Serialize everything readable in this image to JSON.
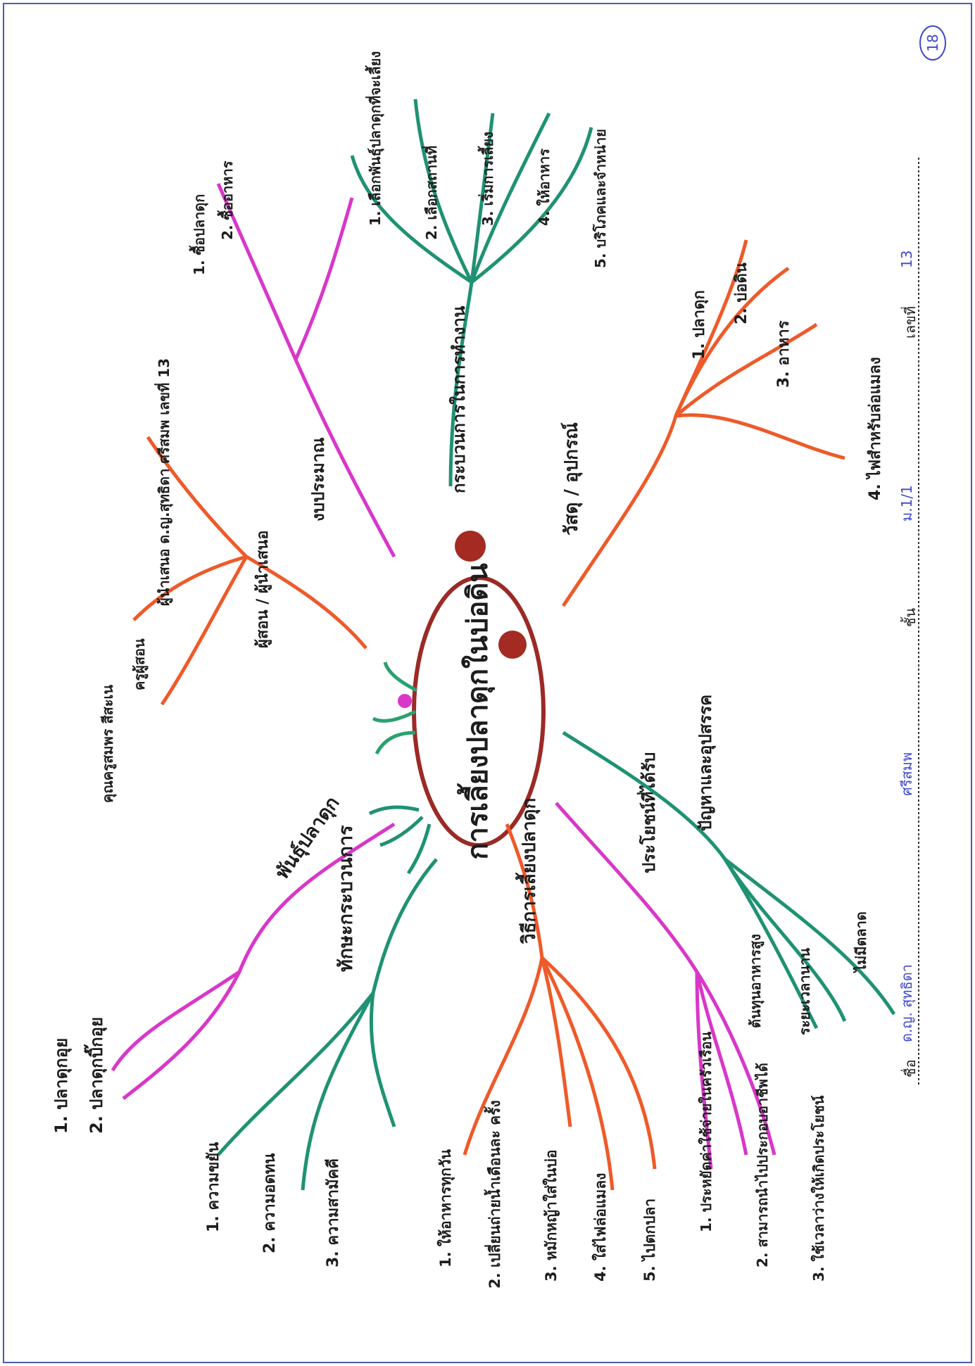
{
  "colors": {
    "green": "#1f9273",
    "orange": "#ee5a2a",
    "magenta": "#d837c9",
    "maroon": "#9b2a26",
    "ink": "#1d1d1d",
    "pen_blue": "#3f48c8",
    "frame": "#4a5fa8"
  },
  "page_number": "18",
  "center": {
    "title": "การเลี้ยงปลาดุกในบ่อดิน"
  },
  "branches": [
    {
      "id": "breeds",
      "label": "พันธุ์ปลาดุก",
      "color": "magenta",
      "items": [
        "1. ปลาดุกอุย",
        "2. ปลาดุกบิ๊กอุย"
      ]
    },
    {
      "id": "skills",
      "label": "ทักษะกระบวนการ",
      "color": "green",
      "items": [
        "1. ความขยัน",
        "2. ความอดทน",
        "3. ความสามัคคี"
      ]
    },
    {
      "id": "method",
      "label": "วิธีการเลี้ยงปลาดุก",
      "color": "orange",
      "items": [
        "1. ให้อาหารทุกวัน",
        "2. เปลี่ยนถ่ายน้ำเดือนละ ครั้ง",
        "3. หมักหญ้าใส่ในบ่อ",
        "4. ใส่ไฟล่อแมลง",
        "5. ไปตกปลา"
      ]
    },
    {
      "id": "benefits",
      "label": "ประโยชน์ที่ได้รับ",
      "color": "magenta",
      "items": [
        "1. ประหยัดค่าใช้จ่ายในครัวเรือน",
        "2. สามารถนำไปประกอบอาชีพได้",
        "3. ใช้เวลาว่างให้เกิดประโยชน์"
      ]
    },
    {
      "id": "problems",
      "label": "ปัญหาและอุปสรรค",
      "color": "green",
      "items": [
        "ต้นทุนอาหารสูง",
        "ระยะเวลานาน",
        "ไม่มีตลาด"
      ]
    },
    {
      "id": "materials",
      "label": "วัสดุ / อุปกรณ์",
      "color": "orange",
      "items": [
        "1. ปลาดุก",
        "2. บ่อดิน",
        "3. อาหาร",
        "4. ไฟสำหรับล่อแมลง"
      ]
    },
    {
      "id": "steps",
      "label": "กระบวนการในการทำงาน",
      "color": "green",
      "items": [
        "1. เลือกพันธุ์ปลาดุกที่จะเลี้ยง",
        "2. เลือกสถานที่",
        "3. เริ่มการเลี้ยง",
        "4. ให้อาหาร",
        "5. บริโภคและจำหน่าย"
      ]
    },
    {
      "id": "budget",
      "label": "งบประมาณ",
      "color": "magenta",
      "items": [
        "1. ซื้อปลาดุก",
        "2. ซื้ออาหาร"
      ]
    },
    {
      "id": "advisor",
      "label": "ผู้สอน / ผู้นำเสนอ",
      "color": "orange",
      "items": [
        "ครูผู้สอน",
        "คุณครูสมพร สีสะเน",
        "ผู้นำเสนอ ด.ญ.สุทธิดา ศรีสมพ เลขที่ 13"
      ]
    }
  ],
  "footer": {
    "name_label": "ชื่อ",
    "name_value": "ด.ญ. สุทธิดา",
    "surname_value": "ศรีสมพ",
    "class_label": "ชั้น",
    "class_value": "ม.1/1",
    "number_label": "เลขที่",
    "number_value": "13"
  }
}
